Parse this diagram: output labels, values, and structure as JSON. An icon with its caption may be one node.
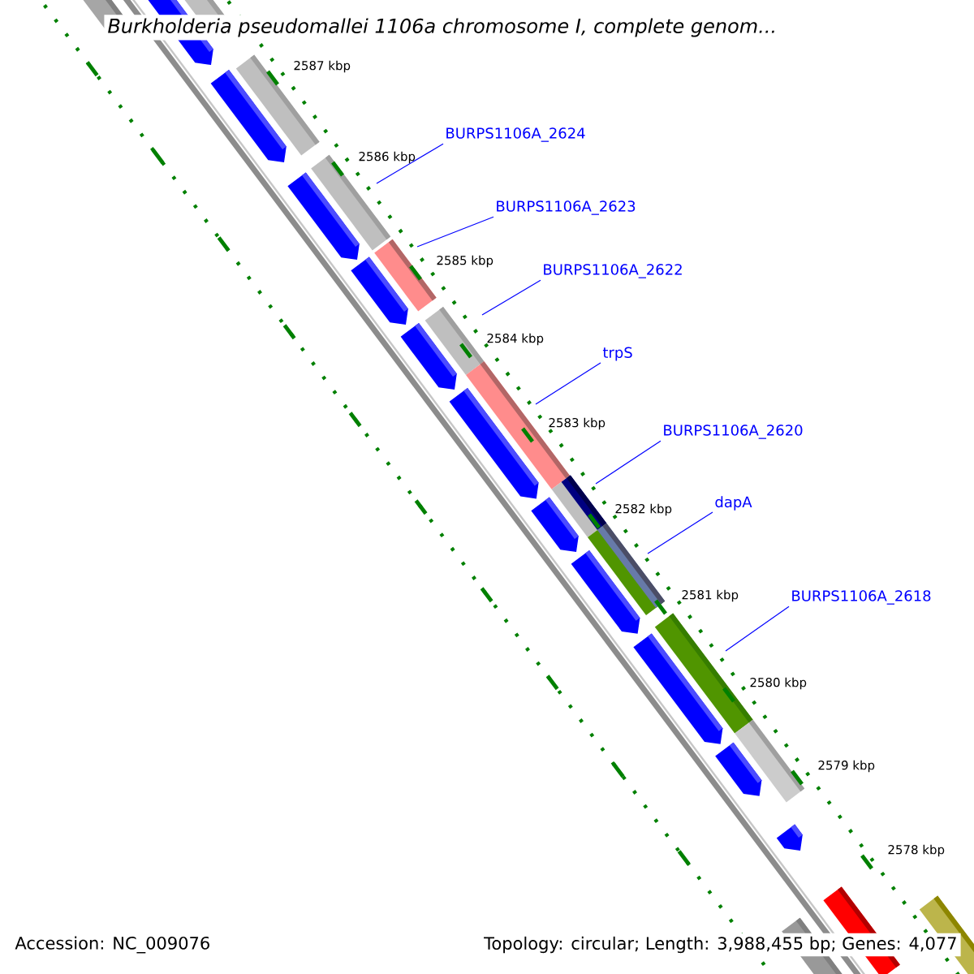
{
  "diagram": {
    "title": "Burkholderia pseudomallei 1106a chromosome I, complete genom...",
    "nodes": [
      {
        "text": [
          "BURPS1106A_2624"
        ]
      },
      {
        "text": [
          "BURPS1106A_2623"
        ]
      },
      {
        "text": [
          "BURPS1106A_2622"
        ]
      },
      {
        "text": [
          "trpS"
        ]
      },
      {
        "text": [
          "BURPS1106A_2620"
        ]
      },
      {
        "text": [
          "dapA"
        ]
      },
      {
        "text": [
          "BURPS1106A_2618"
        ]
      }
    ],
    "edges": [
      {
        "from": 0,
        "to": null,
        "arrow": "none"
      },
      {
        "from": 1,
        "to": null,
        "arrow": "none"
      },
      {
        "from": 2,
        "to": null,
        "arrow": "none"
      },
      {
        "from": 3,
        "to": null,
        "arrow": "none"
      },
      {
        "from": 4,
        "to": null,
        "arrow": "none"
      },
      {
        "from": 5,
        "to": null,
        "arrow": "none"
      },
      {
        "from": 6,
        "to": null,
        "arrow": "none"
      }
    ],
    "labels": [
      "2587 kbp",
      "2586 kbp",
      "2585 kbp",
      "2584 kbp",
      "2583 kbp",
      "2582 kbp",
      "2581 kbp",
      "2580 kbp",
      "2579 kbp",
      "2578 kbp",
      "Accession: NC_009076",
      "Topology: circular; Length: 3,988,455 bp; Genes: 4,077"
    ]
  }
}
